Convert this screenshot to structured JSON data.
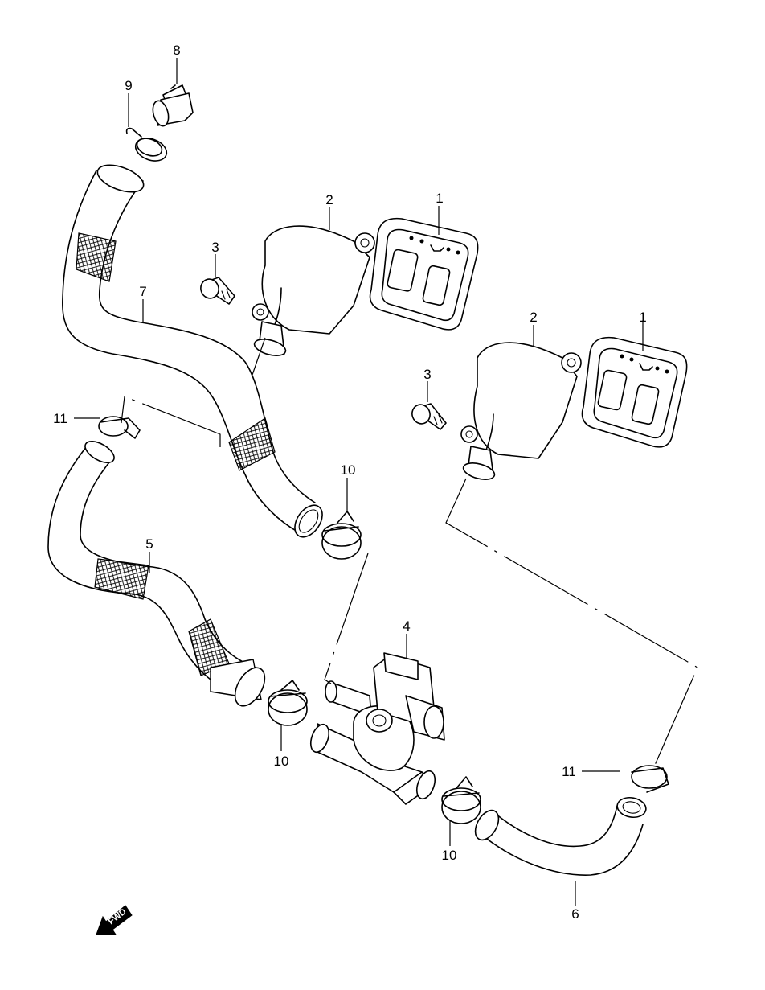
{
  "callouts": {
    "reed_valve_upper": "1",
    "reed_valve_lower": "1",
    "cover_upper": "2",
    "cover_lower": "2",
    "bolt_upper": "3",
    "bolt_lower": "3",
    "control_valve": "4",
    "hose_5": "5",
    "hose_6": "6",
    "hose_7": "7",
    "connector_8": "8",
    "clip_9": "9",
    "clamp_10_a": "10",
    "clamp_10_b": "10",
    "clamp_10_c": "10",
    "clamp_11_a": "11",
    "clamp_11_b": "11"
  },
  "direction_arrow": {
    "text": "FWD",
    "icon": "fwd-arrow-icon"
  },
  "colors": {
    "line": "#000000",
    "background": "#ffffff"
  }
}
